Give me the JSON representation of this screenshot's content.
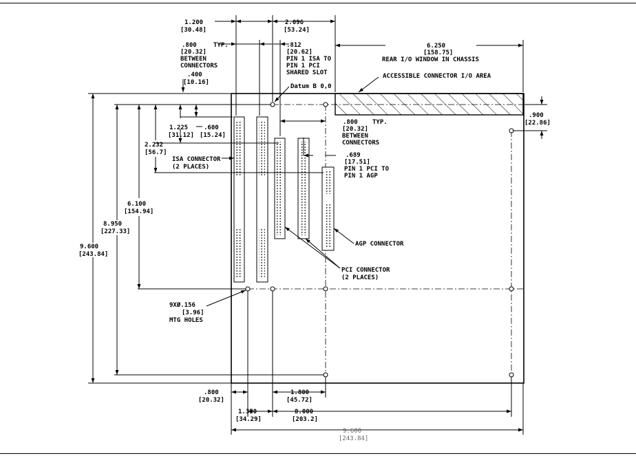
{
  "dimensions": {
    "top_1200": "1.200",
    "top_1200_mm": "[30.48]",
    "top_2096": "2.096",
    "top_2096_mm": "[53.24]",
    "typ_800": ".800",
    "typ_800_typ": "TYP.",
    "typ_800_mm": "[20.32]",
    "typ_800_line1": "BETWEEN",
    "typ_800_line2": "CONNECTORS",
    "d812": ".812",
    "d812_mm": "[20.62]",
    "d812_line1": "PIN 1 ISA TO",
    "d812_line2": "PIN 1 PCI",
    "d812_line3": "SHARED SLOT",
    "d6250": "6.250",
    "d6250_mm": "[158.75]",
    "d6250_note": "REAR I/O WINDOW IN CHASSIS",
    "d400": ".400",
    "d400_mm": "[10.16]",
    "d1225": "1.225",
    "d1225_mm": "[31.12]",
    "d600": ".600",
    "d600_mm": "[15.24]",
    "d2232": "2.232",
    "d2232_mm": "[56.7]",
    "d6100": "6.100",
    "d6100_mm": "[154.94]",
    "d8950": "8.950",
    "d8950_mm": "[227.33]",
    "d9600_left": "9.600",
    "d9600_left_mm": "[243.84]",
    "d900": ".900",
    "d900_mm": "[22.86]",
    "pci_800": ".800",
    "pci_800_typ": "TYP.",
    "pci_800_mm": "[20.32]",
    "pci_800_line1": "BETWEEN",
    "pci_800_line2": "CONNECTORS",
    "d689": ".689",
    "d689_mm": "[17.51]",
    "d689_line1": "PIN 1 PCI TO",
    "d689_line2": "PIN 1 AGP",
    "bot_800": ".800",
    "bot_800_mm": "[20.32]",
    "bot_1800": "1.800",
    "bot_1800_mm": "[45.72]",
    "bot_1350": "1.350",
    "bot_1350_mm": "[34.29]",
    "bot_8000": "8.000",
    "bot_8000_mm": "[203.2]",
    "bot_9600": "9.600",
    "bot_9600_mm": "[243.84]"
  },
  "callouts": {
    "datum": "Datum B 0,0",
    "io_area": "ACCESSIBLE CONNECTOR I/O AREA",
    "isa_line1": "ISA CONNECTOR",
    "isa_line2": "(2 PLACES)",
    "agp": "AGP CONNECTOR",
    "pci_line1": "PCI CONNECTOR",
    "pci_line2": "(2 PLACES)",
    "holes_line1": "9XØ.156",
    "holes_line2": "[3.96]",
    "holes_line3": "MTG HOLES"
  }
}
